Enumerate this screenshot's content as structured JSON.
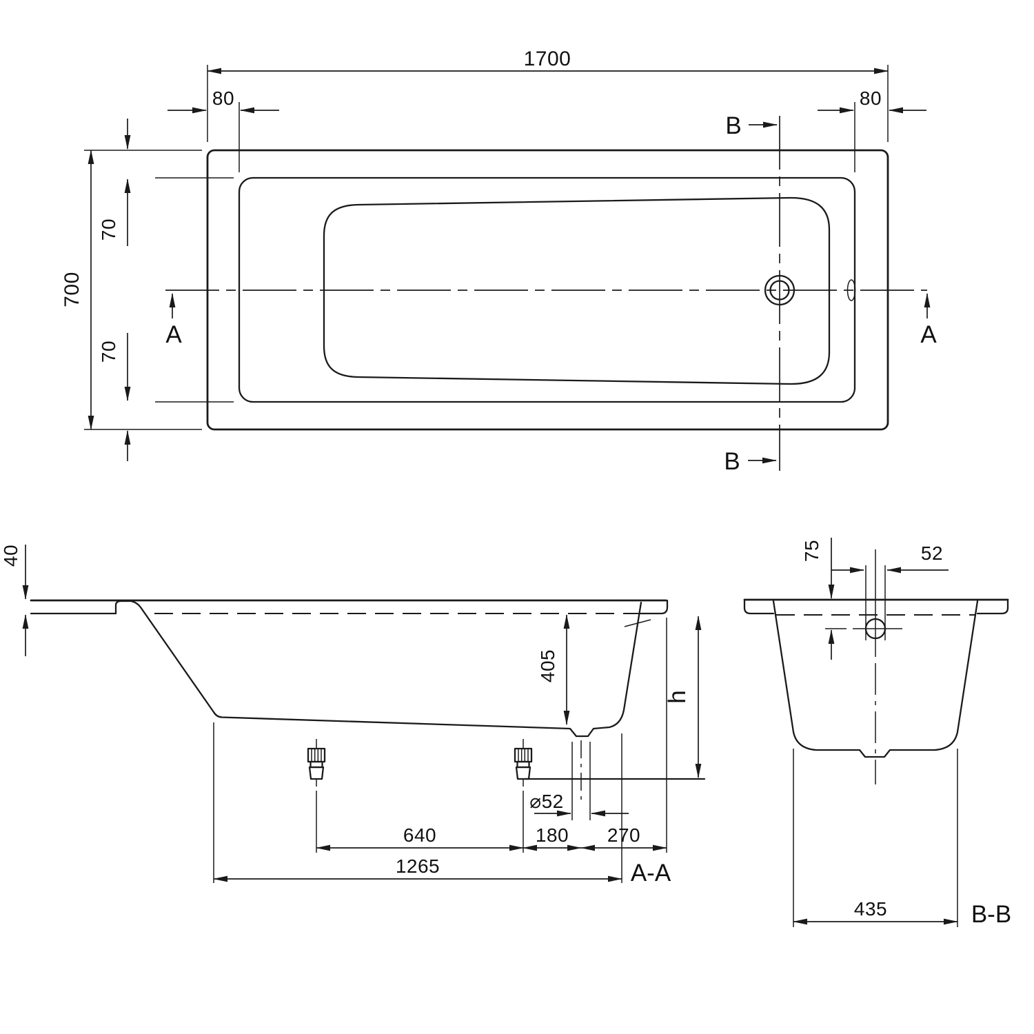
{
  "drawing": {
    "type": "bathtub-dimension-drawing",
    "colors": {
      "line": "#1a1a1a",
      "background": "#ffffff"
    }
  },
  "top_view": {
    "length": "1700",
    "rim_offset_left": "80",
    "rim_offset_right": "80",
    "width": "700",
    "rim_top": "70",
    "rim_bottom": "70",
    "section_a": "A",
    "section_b": "B"
  },
  "section_aa": {
    "label": "A-A",
    "rim_thickness": "40",
    "inner_depth": "405",
    "height": "h",
    "drain_diameter": "⌀52",
    "feet_spacing": "640",
    "foot_to_drain": "180",
    "drain_to_edge": "270",
    "base_length": "1265"
  },
  "section_bb": {
    "label": "B-B",
    "overflow_offset": "75",
    "overflow_diameter": "52",
    "base_width": "435"
  }
}
